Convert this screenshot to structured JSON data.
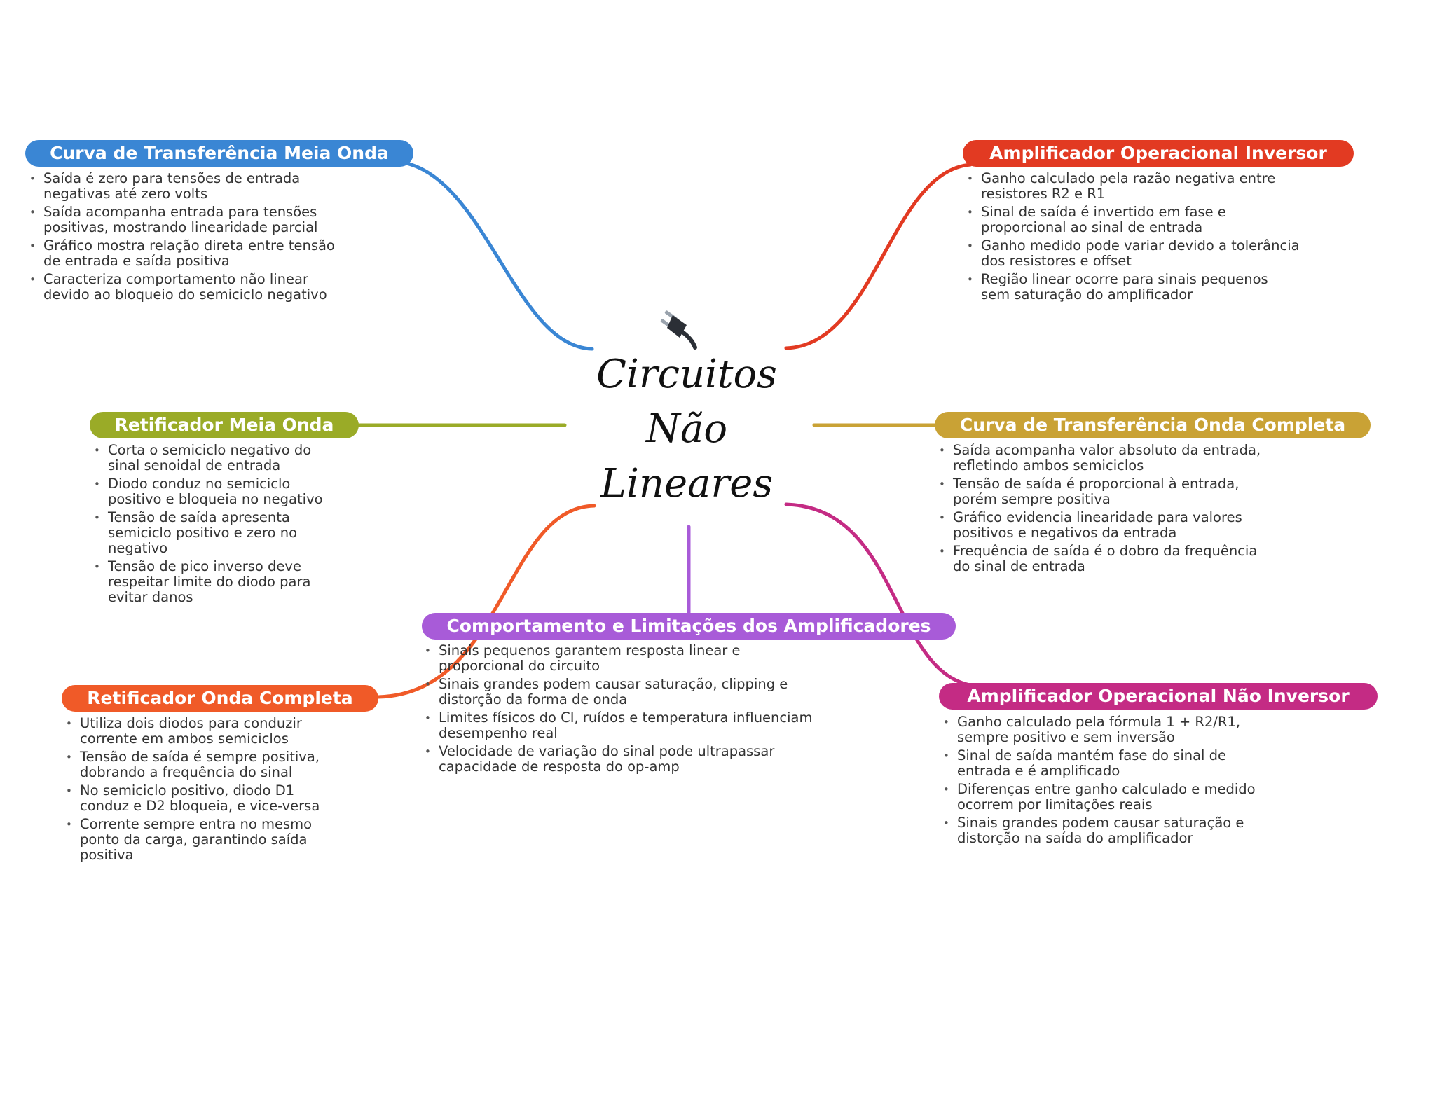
{
  "center": {
    "icon": "plug-icon",
    "lines": [
      "Circuitos",
      "Não",
      "Lineares"
    ]
  },
  "branches": [
    {
      "id": "tl",
      "title": "Curva de Transferência Meia Onda",
      "color": "#3a86d4",
      "bullets": [
        "Saída é zero para tensões de entrada negativas até zero volts",
        "Saída acompanha entrada para tensões positivas, mostrando linearidade parcial",
        "Gráfico mostra relação direta entre tensão de entrada e saída positiva",
        "Caracteriza comportamento não linear devido ao bloqueio do semiciclo negativo"
      ]
    },
    {
      "id": "ml",
      "title": "Retificador Meia Onda",
      "color": "#9aab27",
      "bullets": [
        "Corta o semiciclo negativo do sinal senoidal de entrada",
        "Diodo conduz no semiciclo positivo e bloqueia no negativo",
        "Tensão de saída apresenta semiciclo positivo e zero no negativo",
        "Tensão de pico inverso deve respeitar limite do diodo para evitar danos"
      ]
    },
    {
      "id": "bl",
      "title": "Retificador Onda Completa",
      "color": "#f05a28",
      "bullets": [
        "Utiliza dois diodos para conduzir corrente em ambos semiciclos",
        "Tensão de saída é sempre positiva, dobrando a frequência do sinal",
        "No semiciclo positivo, diodo D1 conduz e D2 bloqueia, e vice-versa",
        "Corrente sempre entra no mesmo ponto da carga, garantindo saída positiva"
      ]
    },
    {
      "id": "bc",
      "title": "Comportamento e Limitações dos Amplificadores",
      "color": "#a85bd8",
      "bullets": [
        "Sinais pequenos garantem resposta linear e proporcional do circuito",
        "Sinais grandes podem causar saturação, clipping e distorção da forma de onda",
        "Limites físicos do CI, ruídos e temperatura influenciam desempenho real",
        "Velocidade de variação do sinal pode ultrapassar capacidade de resposta do op-amp"
      ]
    },
    {
      "id": "tr",
      "title": "Amplificador Operacional Inversor",
      "color": "#e23a22",
      "bullets": [
        "Ganho calculado pela razão negativa entre resistores R2 e R1",
        "Sinal de saída é invertido em fase e proporcional ao sinal de entrada",
        "Ganho medido pode variar devido a tolerância dos resistores e offset",
        "Região linear ocorre para sinais pequenos sem saturação do amplificador"
      ]
    },
    {
      "id": "mr",
      "title": "Curva de Transferência Onda Completa",
      "color": "#c9a235",
      "bullets": [
        "Saída acompanha valor absoluto da entrada, refletindo ambos semiciclos",
        "Tensão de saída é proporcional à entrada, porém sempre positiva",
        "Gráfico evidencia linearidade para valores positivos e negativos da entrada",
        "Frequência de saída é o dobro da frequência do sinal de entrada"
      ]
    },
    {
      "id": "br",
      "title": "Amplificador Operacional Não Inversor",
      "color": "#c42b84",
      "bullets": [
        "Ganho calculado pela fórmula 1 + R2/R1, sempre positivo e sem inversão",
        "Sinal de saída mantém fase do sinal de entrada e é amplificado",
        "Diferenças entre ganho calculado e medido ocorrem por limitações reais",
        "Sinais grandes podem causar saturação e distorção na saída do amplificador"
      ]
    }
  ]
}
